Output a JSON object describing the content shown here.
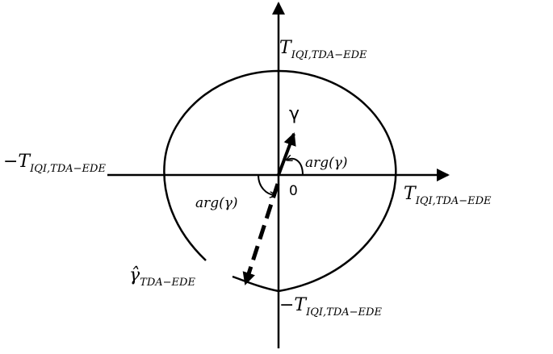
{
  "labels": {
    "top": {
      "main": "T",
      "sub": "IQI,TDA−EDE"
    },
    "right": {
      "main": "T",
      "sub": "IQI,TDA−EDE"
    },
    "left": {
      "main": "−T",
      "sub": "IQI,TDA−EDE"
    },
    "bottom": {
      "main": "−T",
      "sub": "IQI,TDA−EDE"
    },
    "gamma": "γ",
    "gamma_hat": {
      "main": "γ̂",
      "sub": "TDA−EDE"
    },
    "arg_upper": "arg(γ)",
    "arg_lower": "arg(γ)",
    "origin": "0"
  },
  "colors": {
    "stroke": "#000000"
  }
}
